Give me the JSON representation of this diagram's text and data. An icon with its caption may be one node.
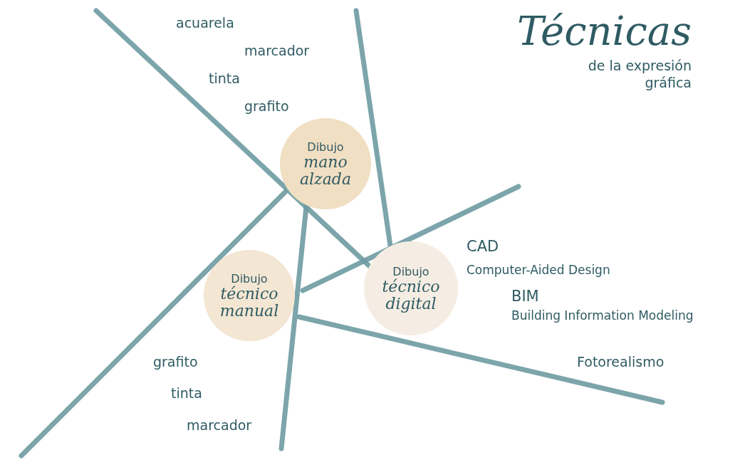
{
  "diagram": {
    "title": "Técnicas de la expresión gráfica",
    "nodes": [
      {
        "text": [
          "Dibujo",
          "mano alzada"
        ]
      },
      {
        "text": [
          "Dibujo",
          "técnico manual"
        ]
      },
      {
        "text": [
          "Dibujo",
          "técnico digital"
        ]
      }
    ],
    "labels": [
      "acuarela",
      "marcador",
      "tinta",
      "grafito",
      "CAD",
      "Computer-Aided Design",
      "BIM",
      "Building Information Modeling",
      "Fotorealismo",
      "grafito",
      "tinta",
      "marcador"
    ]
  }
}
